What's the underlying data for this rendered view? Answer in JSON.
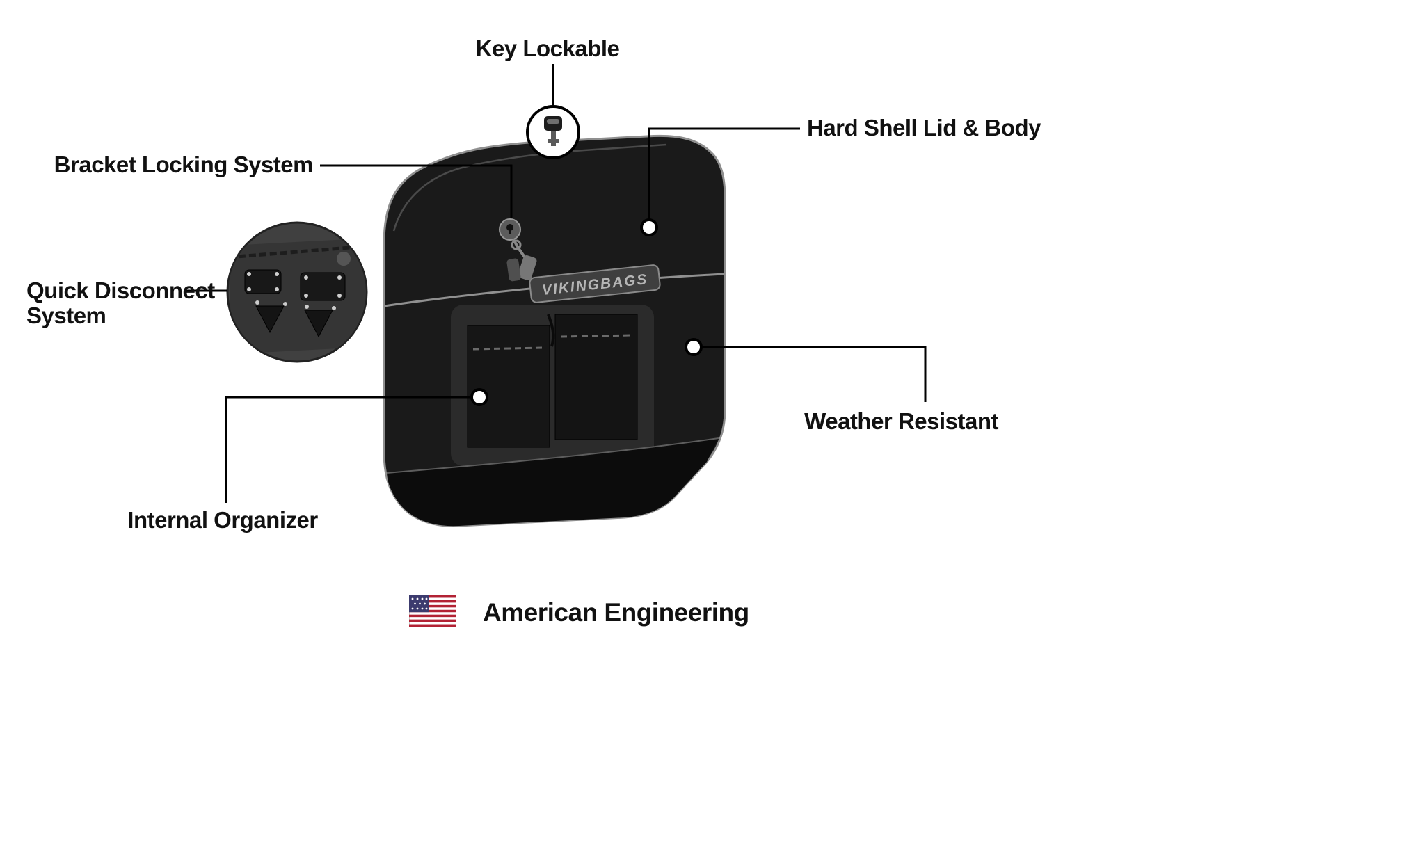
{
  "page": {
    "background": "#ffffff"
  },
  "product": {
    "brand": "VIKINGBAGS"
  },
  "callouts": {
    "key_lockable": {
      "label": "Key Lockable"
    },
    "bracket_locking": {
      "label": "Bracket Locking System"
    },
    "hard_shell": {
      "label": "Hard Shell Lid & Body"
    },
    "quick_disconnect": {
      "line1": "Quick Disconnect",
      "line2": "System"
    },
    "weather_resistant": {
      "label": "Weather Resistant"
    },
    "internal_organizer": {
      "label": "Internal Organizer"
    }
  },
  "footer": {
    "label": "American Engineering"
  },
  "colors": {
    "callout_line": "#000000",
    "label_text": "#111111",
    "flag_red": "#B22234",
    "flag_blue": "#3C3B6E"
  }
}
